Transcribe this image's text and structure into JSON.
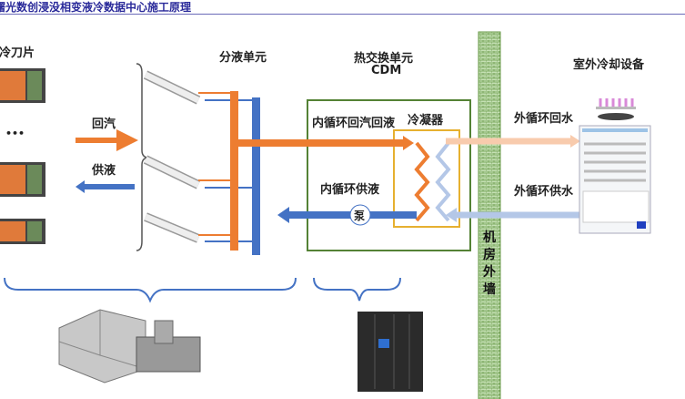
{
  "title": "曙光数创浸没相变液冷数据中心施工原理",
  "labels": {
    "blades": "液冷刀片",
    "ellipsis": "•••",
    "return_vapor": "回汽",
    "supply_liquid": "供液",
    "distribution_unit": "分液单元",
    "heat_exchange_unit": "热交换单元",
    "cdm": "CDM",
    "inner_return": "内循环回汽回液",
    "condenser": "冷凝器",
    "inner_supply": "内循环供液",
    "pump": "泵",
    "wall": "机房外墙",
    "outdoor_cooling": "室外冷却设备",
    "outer_return": "外循环回水",
    "outer_supply": "外循环供水"
  },
  "colors": {
    "hot": "#ed7d31",
    "cold": "#4472c4",
    "hot_light": "#f8cbad",
    "cold_light": "#b4c7e7",
    "box_green": "#548235",
    "box_yellow": "#e6b030",
    "wall": "#a9d18e",
    "title": "#2a2a9a"
  }
}
